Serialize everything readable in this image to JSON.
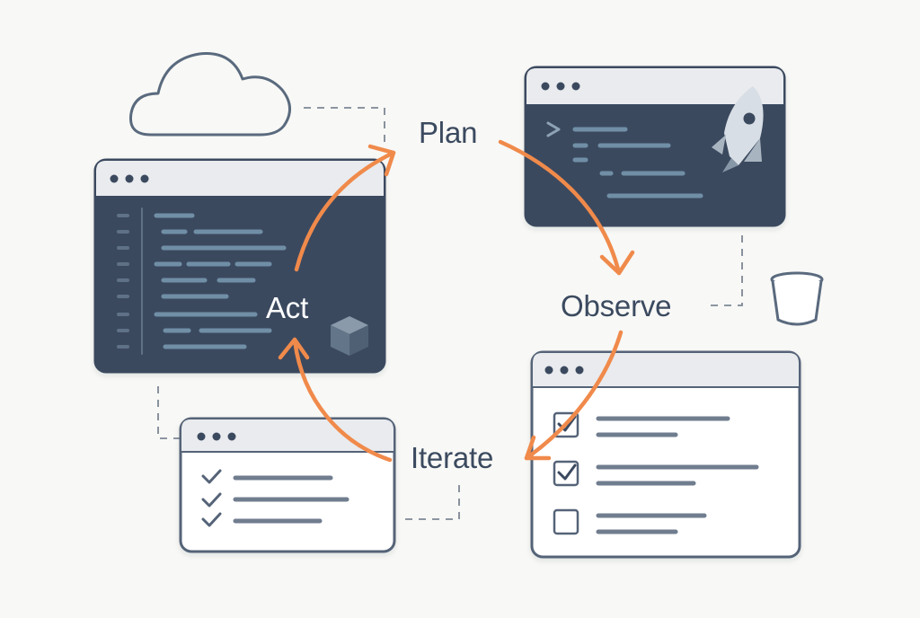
{
  "cycle": {
    "steps": [
      {
        "id": "plan",
        "label": "Plan"
      },
      {
        "id": "observe",
        "label": "Observe"
      },
      {
        "id": "iterate",
        "label": "Iterate"
      },
      {
        "id": "act",
        "label": "Act"
      }
    ]
  },
  "icons": {
    "cloud": "cloud-icon",
    "rocket": "rocket-icon",
    "cube": "cube-icon",
    "bucket": "bucket-icon",
    "checkmark": "check-icon",
    "checkbox": "checkbox-icon"
  },
  "colors": {
    "background": "#f8f8f6",
    "accent": "#f08a4b",
    "dark_panel": "#3b4a5f",
    "outline": "#546478",
    "light_panel": "#ffffff",
    "titlebar": "#e9ebee",
    "code_line": "#6f8fa6",
    "list_line": "#6f7d8f"
  }
}
